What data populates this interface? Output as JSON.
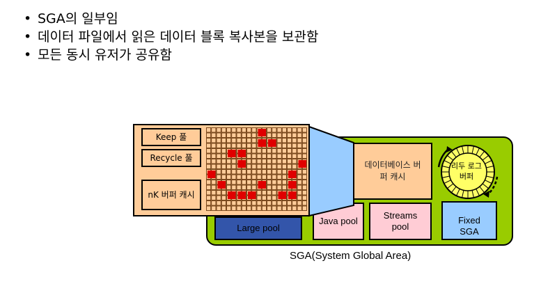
{
  "bullets": [
    "SGA의 일부임",
    "데이터 파일에서 읽은 데이터 블록 복사본을 보관함",
    "모든 동시 유저가 공유함"
  ],
  "diagram": {
    "cache_pools": {
      "keep": "Keep 풀",
      "recycle": "Recycle 풀",
      "nk": "nK 버퍼 캐시"
    },
    "db_buffer_cache": "데이터베이스 버퍼 캐시",
    "redo_log_buffer": "리두 로그 버퍼",
    "large_pool": "Large pool",
    "java_pool": "Java pool",
    "streams_pool": "Streams pool",
    "fixed_sga": "Fixed SGA",
    "caption": "SGA(System Global Area)"
  },
  "colors": {
    "sga": "#99cc00",
    "cache": "#ffcc99",
    "pink_pool": "#ffccd5",
    "large_pool": "#3355aa",
    "fixed_sga": "#99ccff",
    "funnel": "#99ccff",
    "dirty_block": "#e00000",
    "redo_fill": "#ffff66"
  }
}
